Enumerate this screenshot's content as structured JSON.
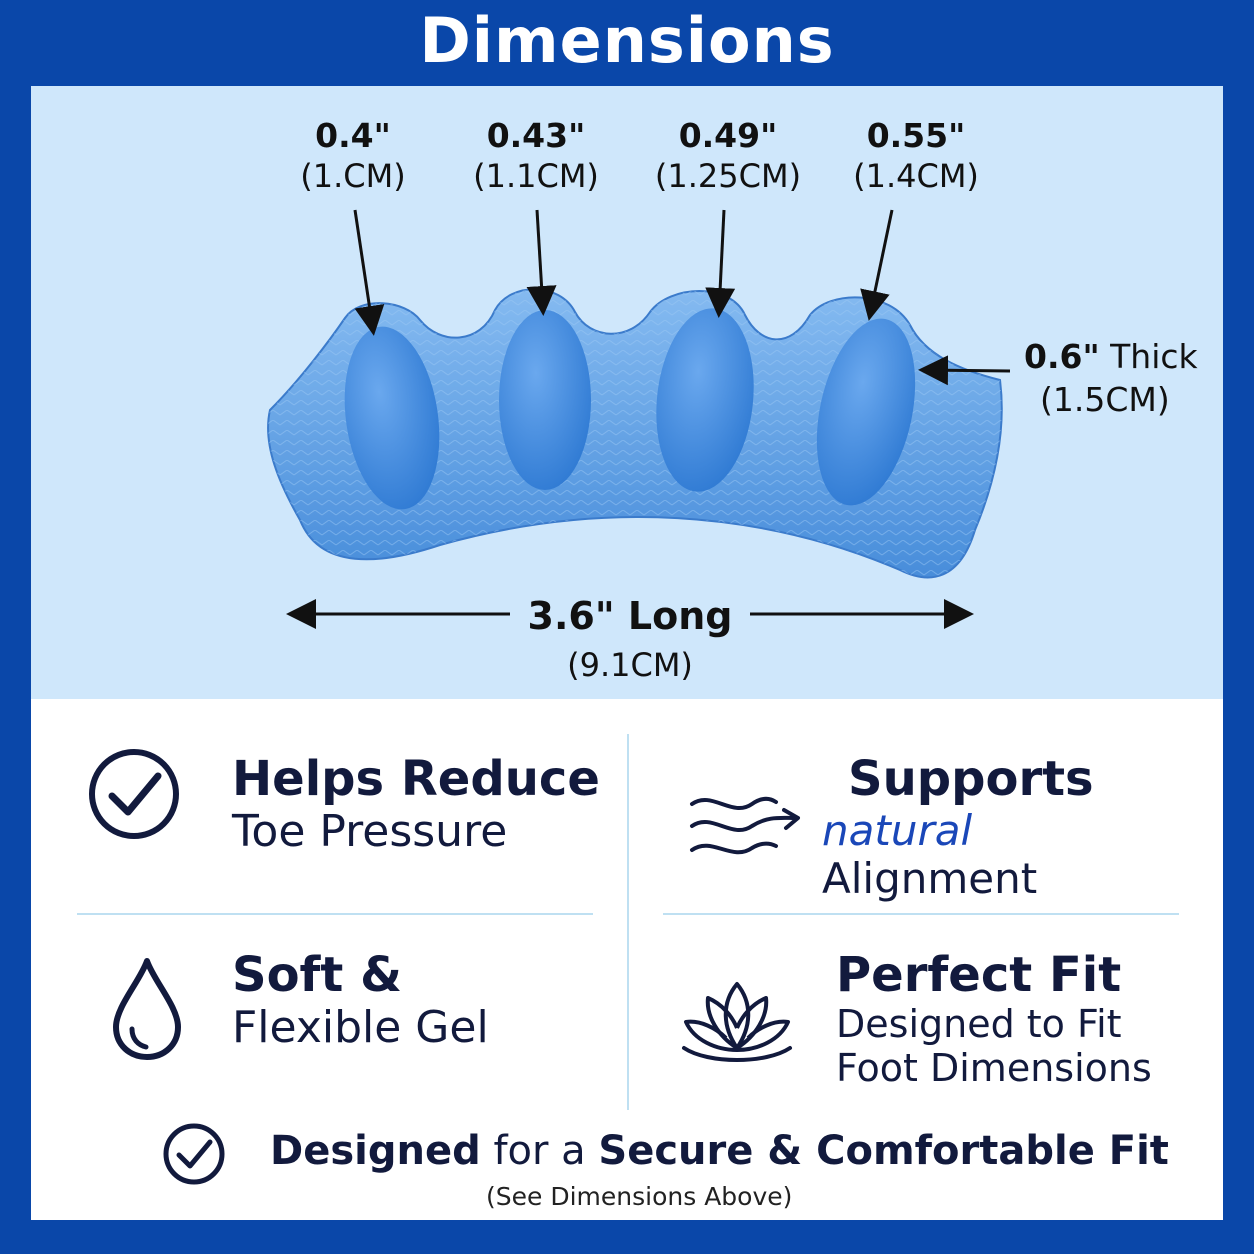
{
  "title": "Dimensions",
  "measurements": [
    {
      "inch": "0.4\"",
      "cm": "(1.CM)"
    },
    {
      "inch": "0.43\"",
      "cm": "(1.1CM)"
    },
    {
      "inch": "0.49\"",
      "cm": "(1.25CM)"
    },
    {
      "inch": "0.55\"",
      "cm": "(1.4CM)"
    }
  ],
  "thickness": {
    "value": "0.6\"",
    "label": " Thick",
    "cm": "(1.5CM)"
  },
  "length": {
    "value": "3.6\" Long",
    "cm": "(9.1CM)"
  },
  "features": {
    "pressure": {
      "heading": "Helps Reduce",
      "sub": "Toe Pressure",
      "icon": "check-circle-icon"
    },
    "alignment": {
      "heading": "Supports",
      "sub_italic": "natural",
      "sub": " Alignment",
      "icon": "wave-arrow-icon"
    },
    "gel": {
      "heading": "Soft &",
      "sub": "Flexible Gel",
      "icon": "droplet-icon"
    },
    "fit": {
      "heading": "Perfect Fit",
      "sub1": "Designed to Fit",
      "sub2": "Foot Dimensions",
      "icon": "lotus-icon"
    }
  },
  "footer": {
    "bold1": "Designed",
    "mid": " for a ",
    "bold2": "Secure & Comfortable Fit",
    "note": "(See Dimensions Above)",
    "icon": "check-circle-icon"
  },
  "colors": {
    "brand_blue": "#0a47a9",
    "light_blue": "#cfe7fb",
    "navy": "#121a3d",
    "gel_blue": "#4a94e0"
  }
}
